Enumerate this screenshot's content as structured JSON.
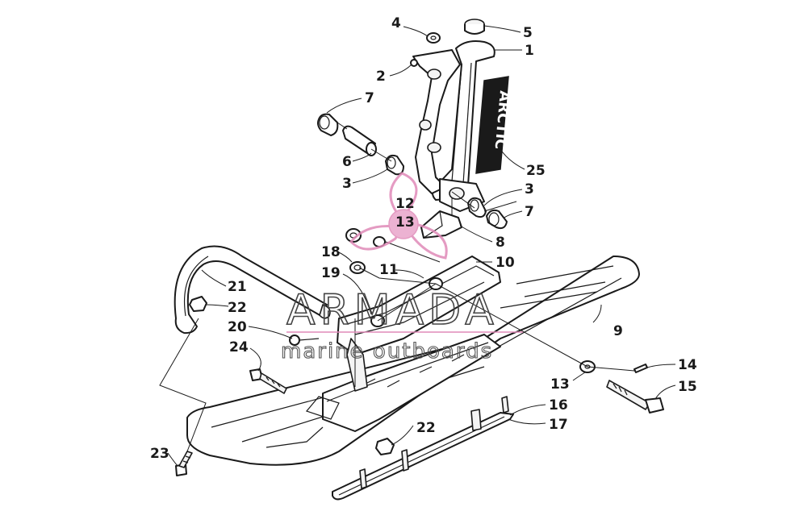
{
  "watermark": {
    "brand": "ARMADA",
    "tagline": "marine outboards"
  },
  "decal_text": "ARCTIC",
  "callouts": [
    {
      "id": "c1",
      "text": "1"
    },
    {
      "id": "c2",
      "text": "2"
    },
    {
      "id": "c3a",
      "text": "3"
    },
    {
      "id": "c3b",
      "text": "3"
    },
    {
      "id": "c4",
      "text": "4"
    },
    {
      "id": "c5",
      "text": "5"
    },
    {
      "id": "c6",
      "text": "6"
    },
    {
      "id": "c7a",
      "text": "7"
    },
    {
      "id": "c7b",
      "text": "7"
    },
    {
      "id": "c8",
      "text": "8"
    },
    {
      "id": "c9",
      "text": "9"
    },
    {
      "id": "c10",
      "text": "10"
    },
    {
      "id": "c11",
      "text": "11"
    },
    {
      "id": "c12",
      "text": "12"
    },
    {
      "id": "c13a",
      "text": "13"
    },
    {
      "id": "c13b",
      "text": "13"
    },
    {
      "id": "c14",
      "text": "14"
    },
    {
      "id": "c15",
      "text": "15"
    },
    {
      "id": "c16",
      "text": "16"
    },
    {
      "id": "c17",
      "text": "17"
    },
    {
      "id": "c18",
      "text": "18"
    },
    {
      "id": "c19",
      "text": "19"
    },
    {
      "id": "c20",
      "text": "20"
    },
    {
      "id": "c21",
      "text": "21"
    },
    {
      "id": "c22a",
      "text": "22"
    },
    {
      "id": "c22b",
      "text": "22"
    },
    {
      "id": "c23",
      "text": "23"
    },
    {
      "id": "c24",
      "text": "24"
    },
    {
      "id": "c25",
      "text": "25"
    }
  ],
  "colors": {
    "line": "#1a1a1a",
    "watermark_pink": "#e08ab8",
    "watermark_fill": "#e9a5cb",
    "watermark_text": "#555555"
  }
}
